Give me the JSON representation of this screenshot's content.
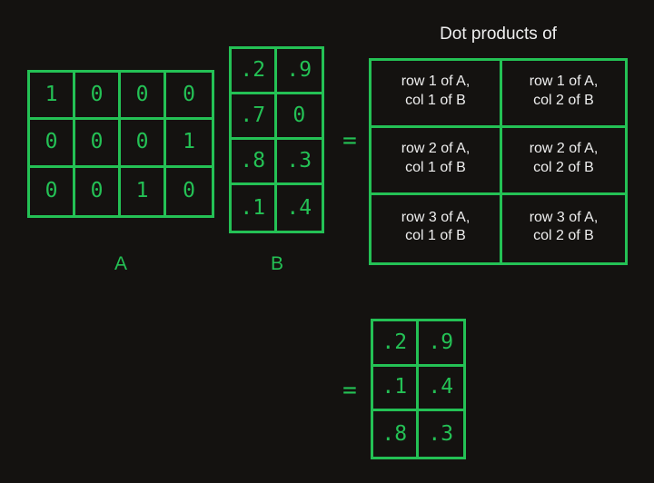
{
  "theme": {
    "background": "#141210",
    "accent_green": "#24c155",
    "text_white": "#efefef"
  },
  "matrix_a": {
    "caption": "A",
    "rows": 3,
    "cols": 4,
    "cells": [
      [
        "1",
        "0",
        "0",
        "0"
      ],
      [
        "0",
        "0",
        "0",
        "1"
      ],
      [
        "0",
        "0",
        "1",
        "0"
      ]
    ]
  },
  "matrix_b": {
    "caption": "B",
    "rows": 4,
    "cols": 2,
    "cells": [
      [
        ".2",
        ".9"
      ],
      [
        ".7",
        "0"
      ],
      [
        ".8",
        ".3"
      ],
      [
        ".1",
        ".4"
      ]
    ]
  },
  "dot_products": {
    "title": "Dot products of",
    "equals": "=",
    "rows": 3,
    "cols": 2,
    "cells": [
      [
        {
          "line1": "row 1 of A,",
          "line2": "col 1 of B"
        },
        {
          "line1": "row 1 of A,",
          "line2": "col 2 of B"
        }
      ],
      [
        {
          "line1": "row 2 of A,",
          "line2": "col 1 of B"
        },
        {
          "line1": "row 2 of A,",
          "line2": "col 2 of B"
        }
      ],
      [
        {
          "line1": "row 3 of A,",
          "line2": "col 1 of B"
        },
        {
          "line1": "row 3 of A,",
          "line2": "col 2 of B"
        }
      ]
    ]
  },
  "result": {
    "equals": "=",
    "rows": 3,
    "cols": 2,
    "cells": [
      [
        ".2",
        ".9"
      ],
      [
        ".1",
        ".4"
      ],
      [
        ".8",
        ".3"
      ]
    ]
  }
}
